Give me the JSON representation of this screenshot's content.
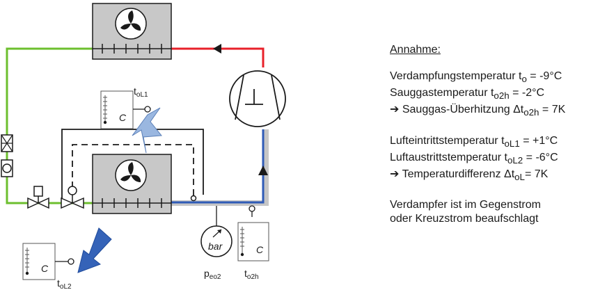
{
  "notes": {
    "heading": "Annahme:",
    "group1": {
      "l1_pre": "Verdampfungstemperatur t",
      "l1_sub": "o",
      "l1_post": " = -9°C",
      "l2_pre": "Sauggastemperatur t",
      "l2_sub": "o2h",
      "l2_post": " = -2°C",
      "l3_arrow": "➔",
      "l3_pre": " Sauggas-Überhitzung Δt",
      "l3_sub": "o2h",
      "l3_post": " = 7K"
    },
    "group2": {
      "l1_pre": "Lufteintrittstemperatur t",
      "l1_sub": "oL1",
      "l1_post": " = +1°C",
      "l2_pre": "Luftaustrittstemperatur t",
      "l2_sub": "oL2",
      "l2_post": " = -6°C",
      "l3_arrow": "➔",
      "l3_pre": " Temperaturdifferenz Δt",
      "l3_sub": "oL",
      "l3_post": "= 7K"
    },
    "group3": {
      "l1": "Verdampfer ist im Gegenstrom",
      "l2": "oder Kreuzstrom beaufschlagt"
    }
  },
  "labels": {
    "toL1_main": "t",
    "toL1_sub": "oL1",
    "toL2_main": "t",
    "toL2_sub": "oL2",
    "peo2_main": "p",
    "peo2_sub": "eo2",
    "to2h_main": "t",
    "to2h_sub": "o2h",
    "gauge_text": "bar",
    "thermo_unit": "C"
  },
  "colors": {
    "liquid_line": "#6cbf2e",
    "hot_gas_line": "#e8202a",
    "suction_line": "#2f5bb7",
    "air_in_arrow": "#9ab7e0",
    "air_out_arrow": "#3563b8",
    "unit_fill": "#c8c8c8"
  }
}
